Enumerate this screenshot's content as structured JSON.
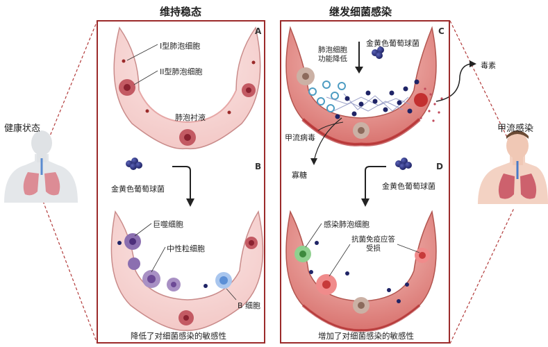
{
  "headers": {
    "left": "维持稳态",
    "right": "继发细菌感染"
  },
  "side": {
    "healthy": "健康状态",
    "flu": "甲流感染"
  },
  "panels": {
    "A": {
      "letter": "A",
      "type1": "I型肺泡细胞",
      "type2": "II型肺泡细胞",
      "lining": "肺泡衬液"
    },
    "B": {
      "letter": "B",
      "bacteria": "金黄色葡萄球菌",
      "macrophage": "巨噬细胞",
      "neutrophil": "中性粒细胞",
      "bcell": "B 细胞",
      "caption": "降低了对细菌感染的敏感性"
    },
    "C": {
      "letter": "C",
      "bacteria": "金黄色葡萄球菌",
      "reduced": "肺泡细胞\n功能降低",
      "toxin": "毒素",
      "virus": "甲流病毒",
      "sugar": "寡糖"
    },
    "D": {
      "letter": "D",
      "bacteria": "金黄色葡萄球菌",
      "infected": "感染肺泡细胞",
      "impaired": "抗菌免疫应答\n受损",
      "caption": "增加了对细菌感染的敏感性"
    }
  }
}
